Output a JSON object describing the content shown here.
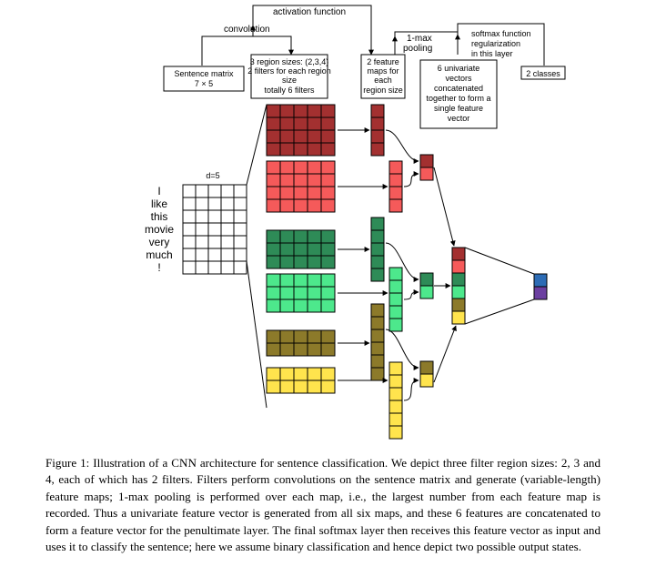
{
  "labels": {
    "activation_function": "activation function",
    "convolution": "convolution",
    "max_pooling": [
      "1-max",
      "pooling"
    ],
    "softmax": [
      "softmax function",
      "regularization",
      "in this layer"
    ],
    "sentence_matrix": [
      "Sentence matrix",
      "7 × 5"
    ],
    "region_sizes": [
      "3 region sizes: (2,3,4)",
      "2 filters for each region",
      "size",
      "totally 6 filters"
    ],
    "feature_maps": [
      "2 feature",
      "maps for",
      "each",
      "region size"
    ],
    "univariate": [
      "6 univariate",
      "vectors",
      "concatenated",
      "together to form a",
      "single feature",
      "vector"
    ],
    "classes": "2 classes",
    "dimension": "d=5"
  },
  "sentence": [
    "I",
    "like",
    "this",
    "movie",
    "very",
    "much",
    "!"
  ],
  "filters": [
    {
      "color": "#a33030",
      "rows": 4,
      "cols": 5,
      "map_len": 4,
      "pooled": "#a33030"
    },
    {
      "color": "#f55a5a",
      "rows": 4,
      "cols": 5,
      "map_len": 4,
      "pooled": "#f55a5a"
    },
    {
      "color": "#2e8b57",
      "rows": 3,
      "cols": 5,
      "map_len": 5,
      "pooled": "#2e8b57"
    },
    {
      "color": "#4de88c",
      "rows": 3,
      "cols": 5,
      "map_len": 5,
      "pooled": "#4de88c"
    },
    {
      "color": "#8c7a2a",
      "rows": 2,
      "cols": 5,
      "map_len": 6,
      "pooled": "#8c7a2a"
    },
    {
      "color": "#ffe44d",
      "rows": 2,
      "cols": 5,
      "map_len": 6,
      "pooled": "#ffe44d"
    }
  ],
  "output_colors": [
    "#2d6cb5",
    "#6b3fa0"
  ],
  "caption": "Figure 1: Illustration of a CNN architecture for sentence classification. We depict three filter region sizes: 2, 3 and 4, each of which has 2 filters. Filters perform convolutions on the sentence matrix and generate (variable-length) feature maps; 1-max pooling is performed over each map, i.e., the largest number from each feature map is recorded. Thus a univariate feature vector is generated from all six maps, and these 6 features are concatenated to form a feature vector for the penultimate layer. The final softmax layer then receives this feature vector as input and uses it to classify the sentence; here we assume binary classification and hence depict two possible output states."
}
